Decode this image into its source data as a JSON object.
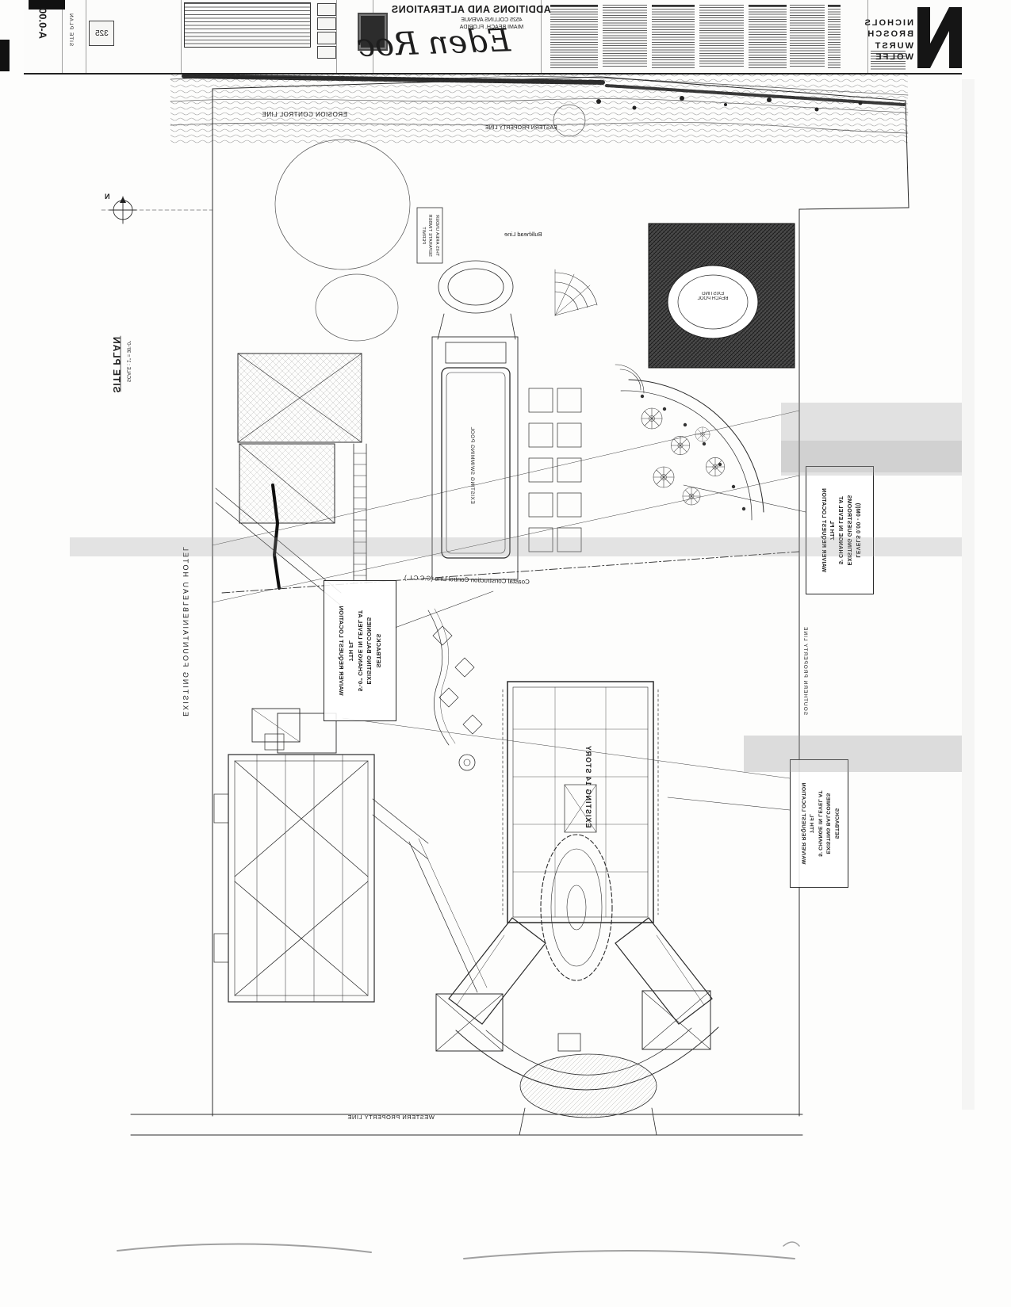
{
  "colors": {
    "ink": "#1d1d1d",
    "paper": "#fdfdfc",
    "smear": "#9a9a9a"
  },
  "sheet": {
    "number": "A-0.00",
    "stamp": "325"
  },
  "title_block": {
    "project_title": "ADDITIONS AND ALTERATIONS",
    "address_line1": "4525 COLLINS AVENUE",
    "address_line2": "MIAMI BEACH, FLORIDA",
    "logo_text": "Eden Roc",
    "sheet_title": "SITE PLAN",
    "architect_lines": [
      "NICHOLS",
      "BROSCH",
      "WURST",
      "WOLFE"
    ]
  },
  "plan": {
    "title": "SITE PLAN",
    "scale": "SCALE : 1\" = 30'-0\"",
    "north": "N",
    "labels": {
      "erosion": "EROSION CONTROL LINE",
      "eastern_property": "EASTERN PROPERTY LINE",
      "bulkhead": "Bulkhead Line",
      "cccl": "Coastal Construction Control Line (C.C.C.L.)",
      "fountainebleau": "EXISTING FOUNTAINEBLEAU HOTEL",
      "building": "EXISTING 14 STORY",
      "western_property": "WESTERN PROPERTY LINE",
      "southern_property": "SOUTHERN PROPERTY LINE",
      "beach_pool_1": "EXISTING",
      "beach_pool_2": "BEACH POOL",
      "swimming_pool": "EXISTING SWIMMING POOL",
      "timber_1": "THIS AREA UNDER",
      "timber_2": "SEPARATE TIMBER",
      "timber_3": "PERMIT"
    },
    "notes": [
      {
        "lines": [
          "LEVELS 0.00 - 0M(I)",
          "EXISTING GUESTROOMS",
          "5' CHANGE IN LEVEL AT",
          "7TH FL",
          "WAIVER REQUEST LOCATION"
        ]
      },
      {
        "lines": [
          "SETBACKS",
          "EXISTING BALCONIES",
          "5'-0\" CHANGE IN LEVEL AT",
          "7TH FL",
          "WAIVER REQUEST LOCATION"
        ]
      },
      {
        "lines": [
          "SETBACKS",
          "EXISTING BALCONIES",
          "5' CHANGE IN LEVEL AT",
          "7TH FL",
          "WAIVER REQUEST LOCATION"
        ]
      }
    ]
  }
}
